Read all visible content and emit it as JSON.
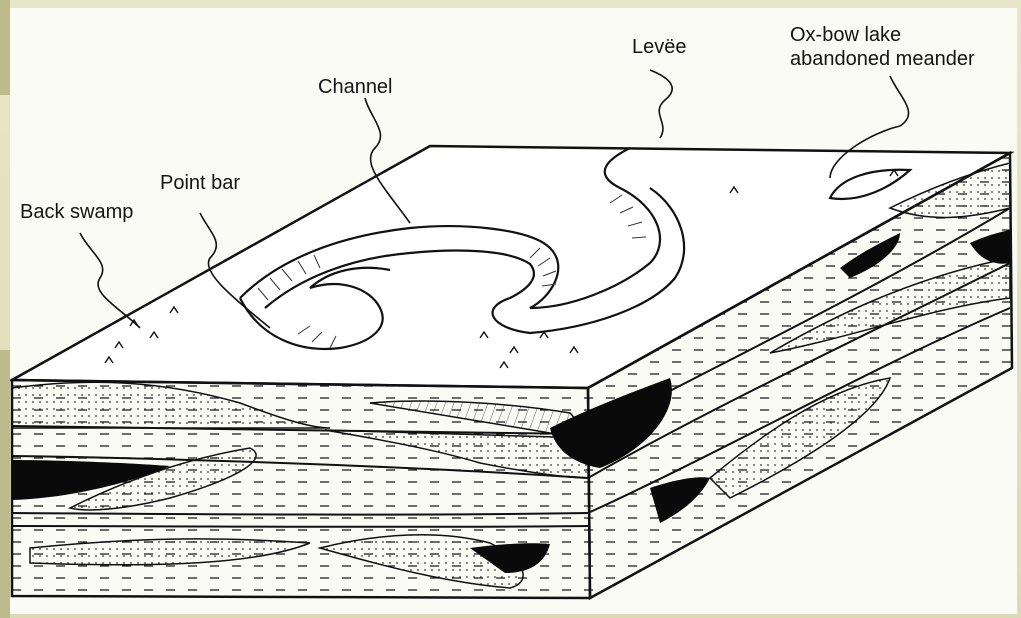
{
  "diagram": {
    "labels": {
      "levee": "Levëe",
      "oxbow_line1": "Ox-bow lake",
      "oxbow_line2": "abandoned meander",
      "channel": "Channel",
      "point_bar": "Point bar",
      "back_swamp": "Back swamp"
    },
    "colors": {
      "background": "#e4e2c2",
      "paper": "#fbfbf6",
      "ink": "#141414"
    }
  }
}
